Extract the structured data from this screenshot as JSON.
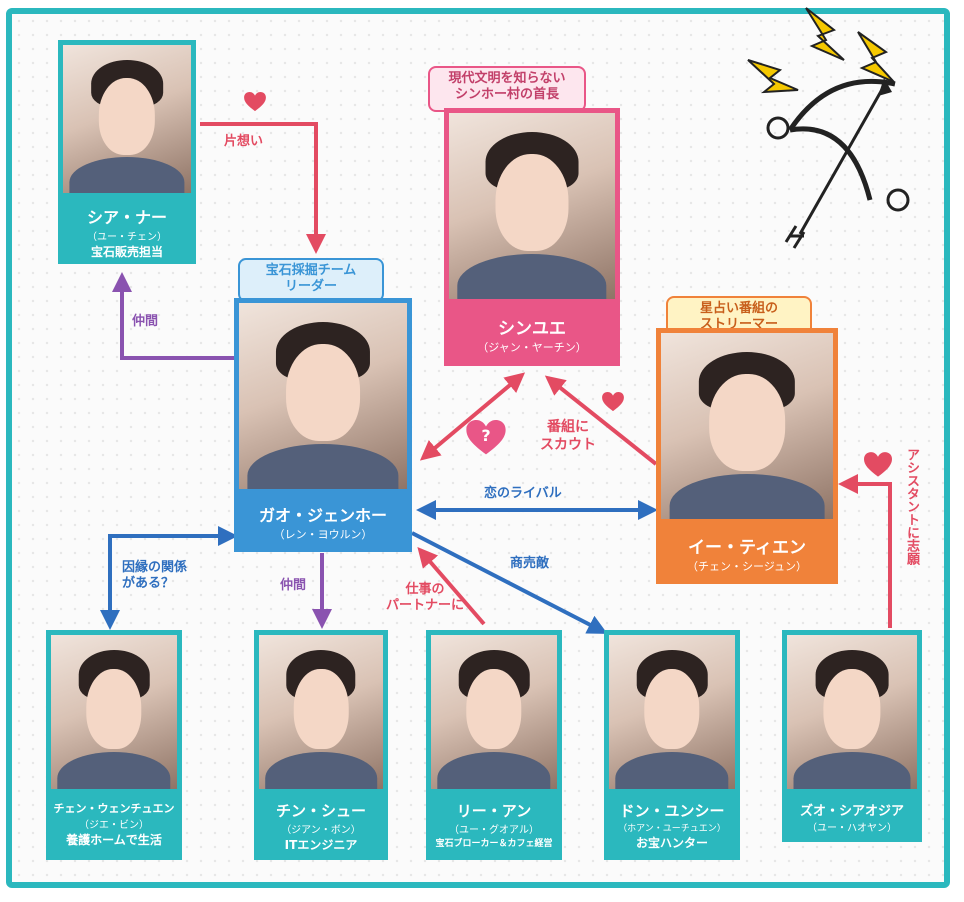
{
  "nodes": {
    "xia": {
      "name": "シア・ナー",
      "actor": "（ユー・チェン）",
      "role": "宝石販売担当"
    },
    "gao": {
      "name": "ガオ・ジェンホー",
      "actor": "（レン・ヨウルン）",
      "tag_line1": "宝石採掘チーム",
      "tag_line2": "リーダー"
    },
    "xinyue": {
      "name": "シンユエ",
      "actor": "（ジャン・ヤーチン）",
      "tag_line1": "現代文明を知らない",
      "tag_line2": "シンホー村の首長"
    },
    "yi": {
      "name": "イー・ティエン",
      "actor": "（チェン・シージュン）",
      "tag_line1": "星占い番組の",
      "tag_line2": "ストリーマー"
    },
    "chenw": {
      "name": "チェン・ウェンチュエン",
      "actor": "（ジエ・ビン）",
      "role": "養護ホームで生活"
    },
    "chin": {
      "name": "チン・シュー",
      "actor": "（ジアン・ボン）",
      "role": "ITエンジニア"
    },
    "li": {
      "name": "リー・アン",
      "actor": "（ユー・グオアル）",
      "role": "宝石ブローカー＆カフェ経営"
    },
    "dong": {
      "name": "ドン・ユンシー",
      "actor": "（ホアン・ユーチュエン）",
      "role": "お宝ハンター"
    },
    "zuo": {
      "name": "ズオ・シアオジア",
      "actor": "（ユー・ハオヤン）"
    }
  },
  "edges": {
    "kataomoi": "片想い",
    "nakama_xia": "仲間",
    "bangumi_line1": "番組に",
    "bangumi_line2": "スカウト",
    "koi_rival": "恋のライバル",
    "innen_line1": "因縁の関係",
    "innen_line2": "がある？",
    "nakama_chin": "仲間",
    "shigoto_line1": "仕事の",
    "shigoto_line2": "パートナーに",
    "shobaigataki": "商売敵",
    "assistant": "アシスタントに志願",
    "question": "?"
  },
  "colors": {
    "teal": "#2bb8be",
    "blue": "#3a95d6",
    "pink": "#e95687",
    "orange": "#f0823a",
    "red_arrow": "#e34b62",
    "purple_arrow": "#8a53b0",
    "blue_arrow": "#2f6fbf"
  },
  "icons": [
    "heart-icon",
    "question-heart-icon",
    "cupid-bow-icon",
    "lightning-icon"
  ]
}
